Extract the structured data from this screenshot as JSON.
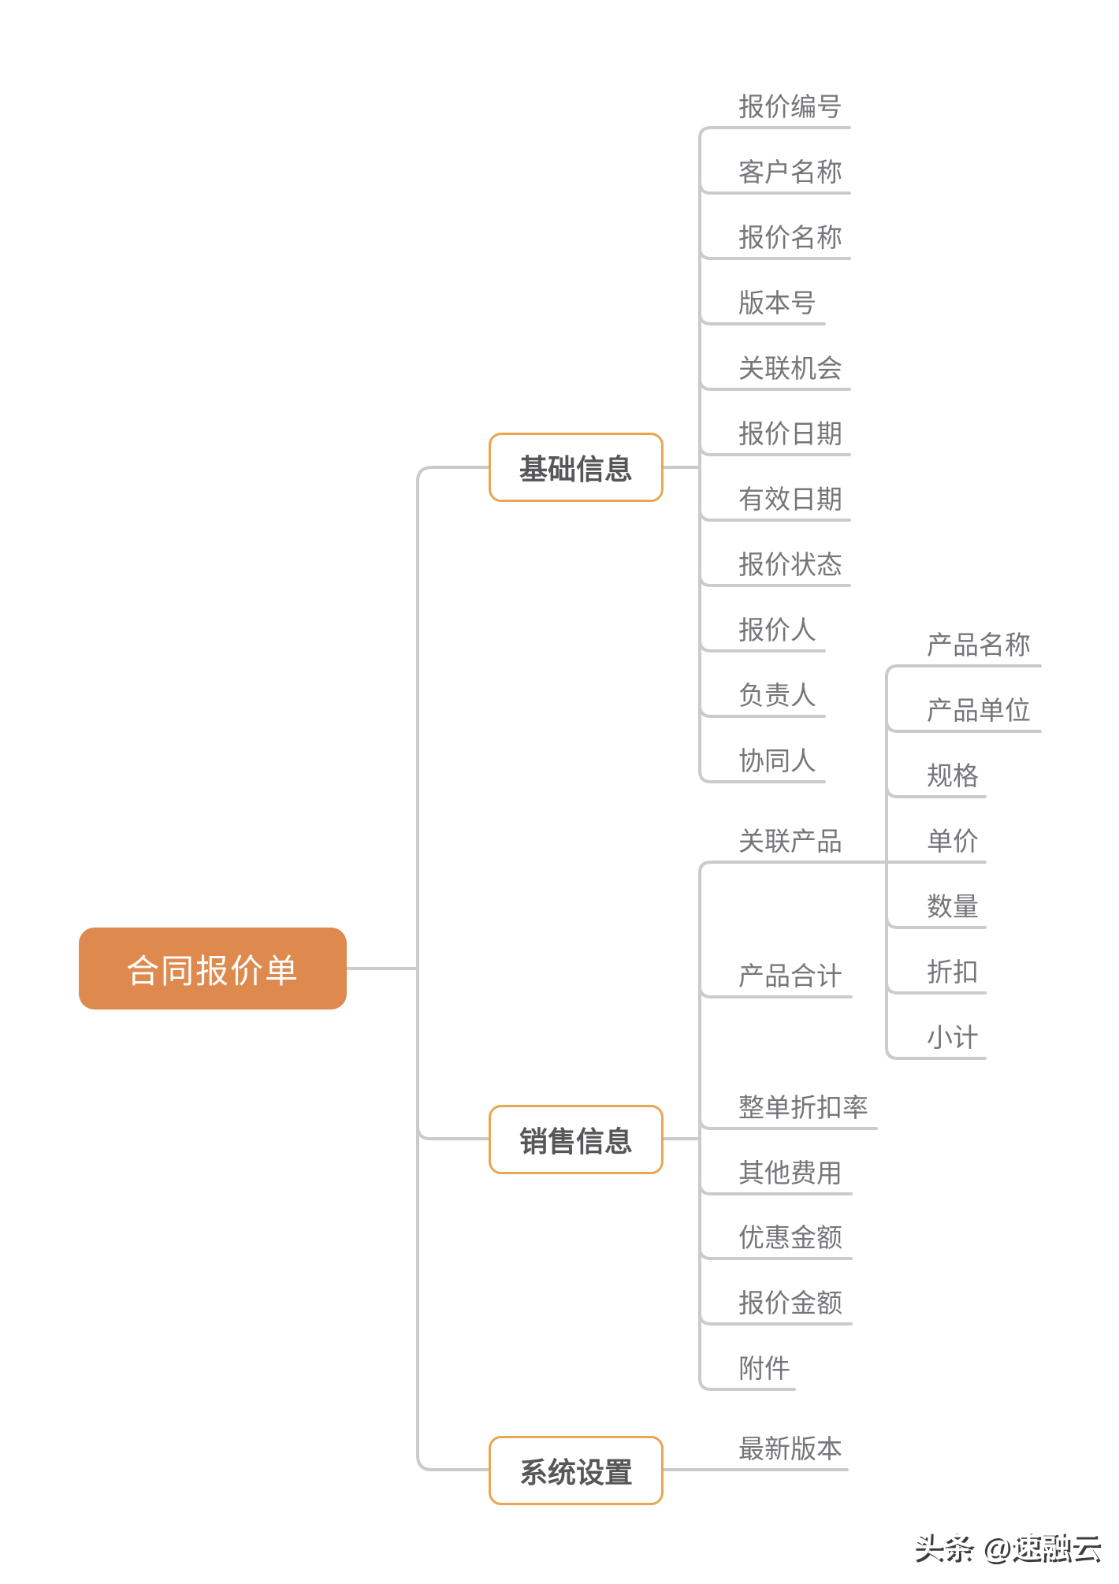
{
  "root": {
    "label": "合同报价单"
  },
  "branches": [
    {
      "label": "基础信息",
      "children": [
        {
          "label": "报价编号"
        },
        {
          "label": "客户名称"
        },
        {
          "label": "报价名称"
        },
        {
          "label": "版本号"
        },
        {
          "label": "关联机会"
        },
        {
          "label": "报价日期"
        },
        {
          "label": "有效日期"
        },
        {
          "label": "报价状态"
        },
        {
          "label": "报价人"
        },
        {
          "label": "负责人"
        },
        {
          "label": "协同人"
        }
      ]
    },
    {
      "label": "销售信息",
      "children": [
        {
          "label": "关联产品",
          "children": [
            {
              "label": "产品名称"
            },
            {
              "label": "产品单位"
            },
            {
              "label": "规格"
            },
            {
              "label": "单价"
            },
            {
              "label": "数量"
            },
            {
              "label": "折扣"
            },
            {
              "label": "小计"
            }
          ]
        },
        {
          "label": "产品合计"
        },
        {
          "label": "整单折扣率"
        },
        {
          "label": "其他费用"
        },
        {
          "label": "优惠金额"
        },
        {
          "label": "报价金额"
        },
        {
          "label": "附件"
        }
      ]
    },
    {
      "label": "系统设置",
      "children": [
        {
          "label": "最新版本"
        }
      ]
    }
  ],
  "watermark": "头条 @速融云",
  "colors": {
    "root_fill": "#de8a4e",
    "branch_border": "#e8a74e",
    "connector_line": "#cbcbcb",
    "leaf_text": "#76767a",
    "branch_text": "#57575a"
  }
}
